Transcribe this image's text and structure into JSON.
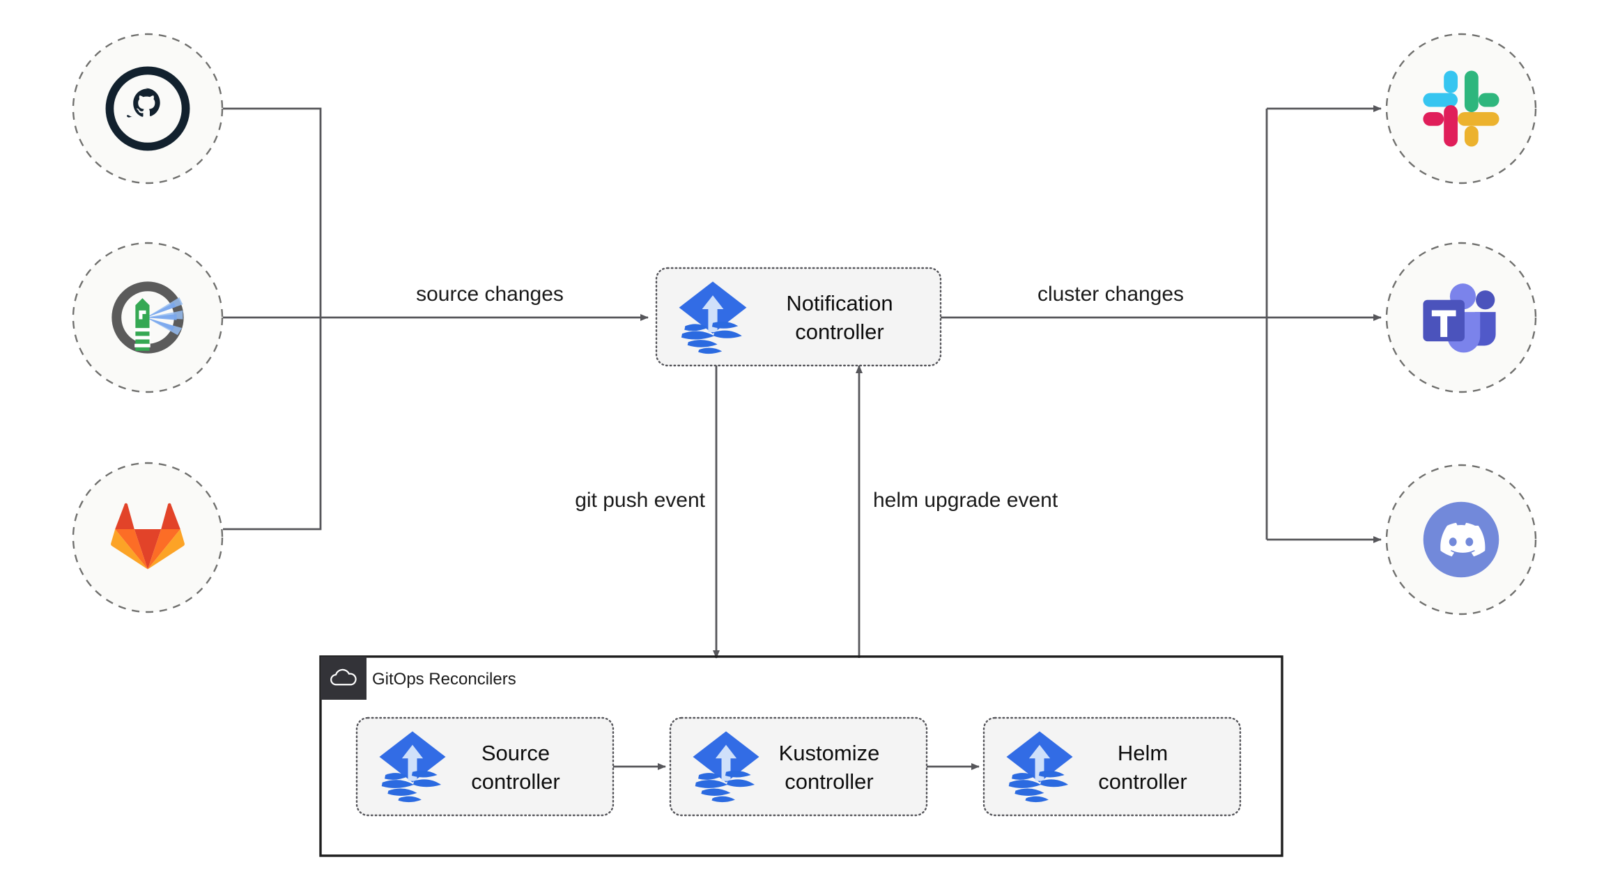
{
  "diagram": {
    "title": "Flux notification controller architecture",
    "background": "#ffffff",
    "line_color": "#56565a"
  },
  "sources": [
    {
      "id": "github",
      "name": "github-icon",
      "label": "GitHub"
    },
    {
      "id": "flux",
      "name": "flux-lighthouse-icon",
      "label": "Flux"
    },
    {
      "id": "gitlab",
      "name": "gitlab-icon",
      "label": "GitLab"
    }
  ],
  "destinations": [
    {
      "id": "slack",
      "name": "slack-icon",
      "label": "Slack"
    },
    {
      "id": "teams",
      "name": "teams-icon",
      "label": "Microsoft Teams"
    },
    {
      "id": "discord",
      "name": "discord-icon",
      "label": "Discord"
    }
  ],
  "controllers": {
    "notification": {
      "line1": "Notification",
      "line2": "controller"
    },
    "source": {
      "line1": "Source",
      "line2": "controller"
    },
    "kustomize": {
      "line1": "Kustomize",
      "line2": "controller"
    },
    "helm": {
      "line1": "Helm",
      "line2": "controller"
    }
  },
  "group": {
    "label": "GitOps Reconcilers",
    "icon": "cloud-icon",
    "badge_color": "#333338"
  },
  "edges": {
    "source_changes": "source changes",
    "cluster_changes": "cluster changes",
    "git_push_event": "git push event",
    "helm_upgrade_event": "helm upgrade event"
  },
  "colors": {
    "flux_blue": "#326ce5",
    "flux_arrow": "#cfe0fa",
    "github_dark": "#12212e",
    "gitlab_orange": "#fc6d26",
    "gitlab_red": "#e24329",
    "gitlab_amber": "#fca326",
    "slack_cyan": "#36c5f0",
    "slack_green": "#2eb67d",
    "slack_red": "#e01e5a",
    "slack_yellow": "#ecb22e",
    "teams_purple": "#5059c9",
    "teams_indigo": "#4b53bc",
    "teams_light": "#7b83eb",
    "discord_blurple": "#7289da",
    "lighthouse_green": "#35a853",
    "lighthouse_ring": "#5b5b5b"
  }
}
